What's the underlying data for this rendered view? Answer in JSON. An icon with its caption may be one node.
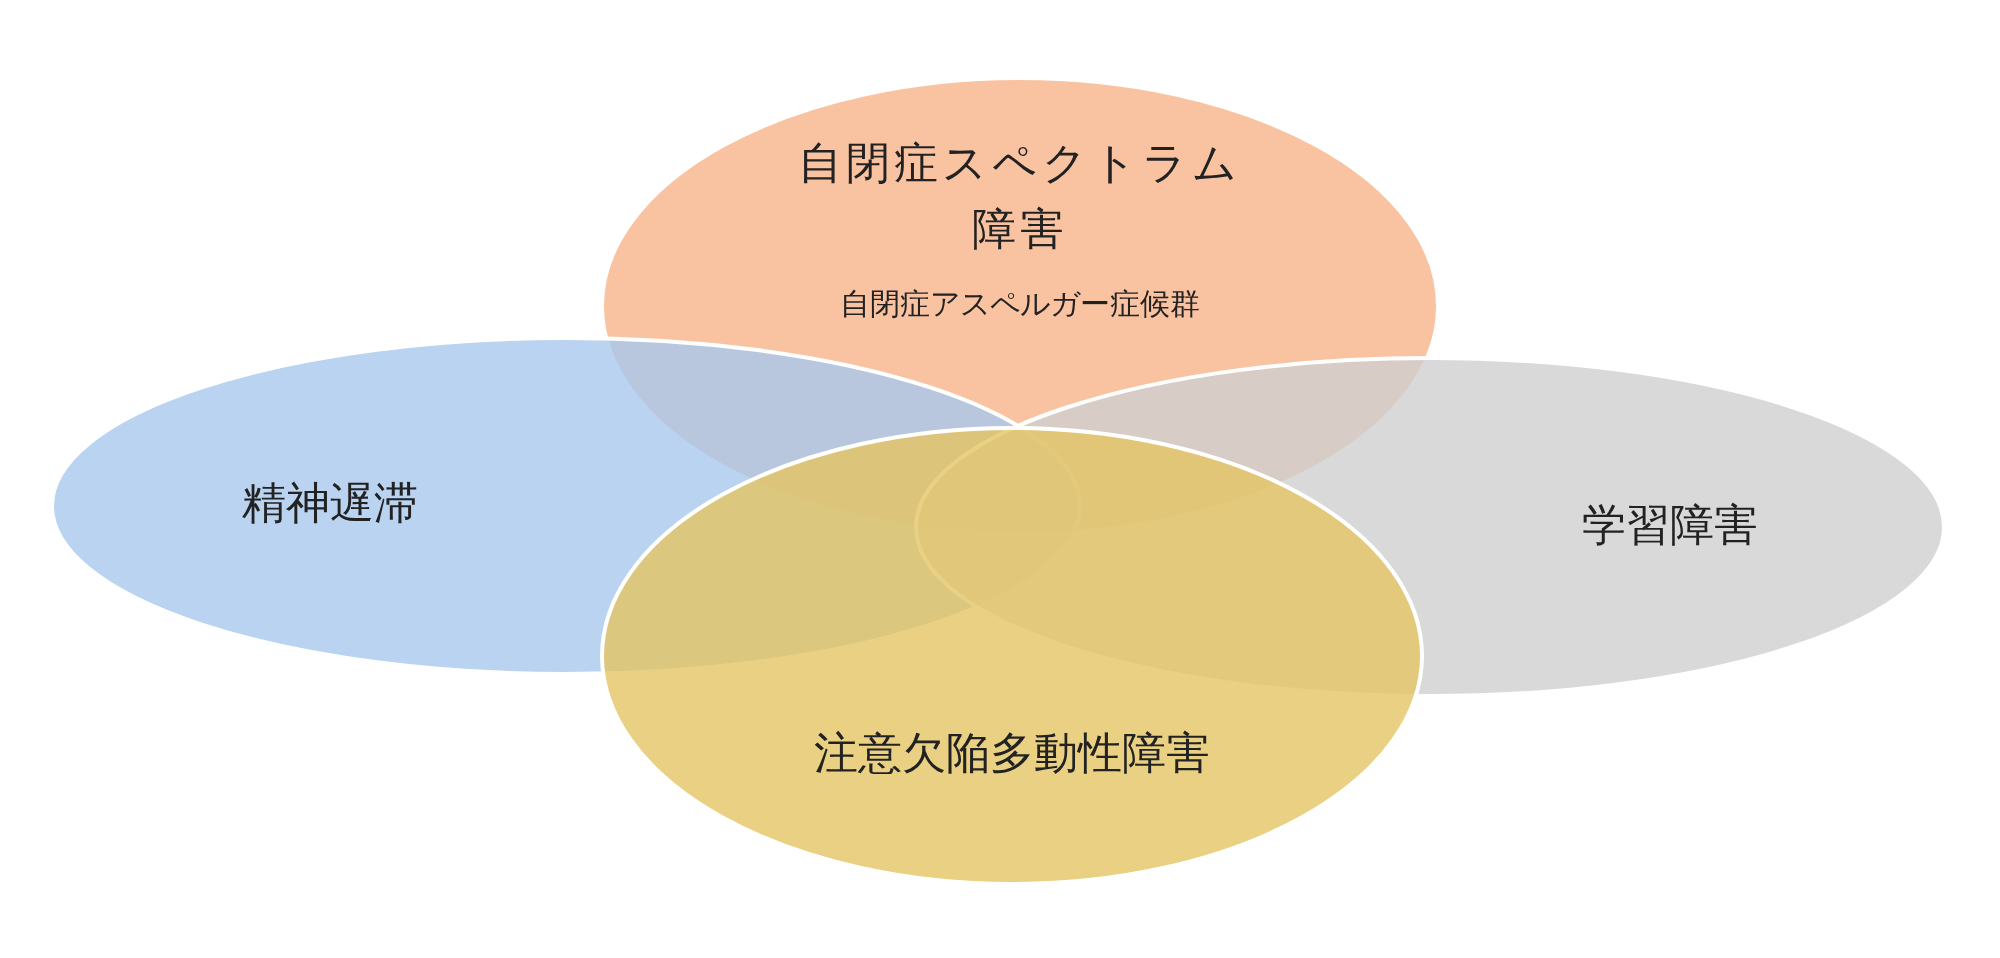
{
  "diagram": {
    "nodes": [
      {
        "text": [
          "自閉症スペクトラム障害",
          "自閉症アスペルガー症候群"
        ]
      },
      {
        "text": [
          "精神遅滞"
        ]
      },
      {
        "text": [
          "学習障害"
        ]
      },
      {
        "text": [
          "注意欠陥多動性障害"
        ]
      }
    ],
    "edges": []
  }
}
